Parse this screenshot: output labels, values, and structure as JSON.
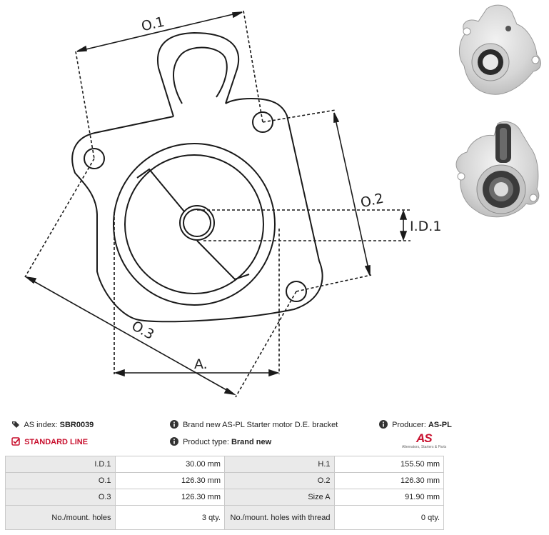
{
  "drawing": {
    "labels": {
      "o1": "O.1",
      "o2": "O.2",
      "o3": "O.3",
      "id1": "I.D.1",
      "a": "A."
    }
  },
  "info": {
    "as_index_label": "AS index:",
    "as_index_value": "SBR0039",
    "description": "Brand new AS-PL Starter motor D.E. bracket",
    "producer_label": "Producer:",
    "producer_value": "AS-PL",
    "line": "STANDARD LINE",
    "product_type_label": "Product type:",
    "product_type_value": "Brand new",
    "logo_text": "AS",
    "logo_tagline": "Alternators, Starters & Parts"
  },
  "specs": [
    {
      "l1": "I.D.1",
      "v1": "30.00 mm",
      "l2": "H.1",
      "v2": "155.50 mm"
    },
    {
      "l1": "O.1",
      "v1": "126.30 mm",
      "l2": "O.2",
      "v2": "126.30 mm"
    },
    {
      "l1": "O.3",
      "v1": "126.30 mm",
      "l2": "Size A",
      "v2": "91.90 mm"
    },
    {
      "l1": "No./mount. holes",
      "v1": "3 qty.",
      "l2": "No./mount. holes with thread",
      "v2": "0 qty."
    }
  ],
  "colors": {
    "accent": "#c8102e",
    "line": "#1a1a1a",
    "table_label_bg": "#eaeaea",
    "table_border": "#c9c9c9"
  },
  "icons": {
    "as_index": "tags-icon",
    "description": "info-icon",
    "producer": "info-icon",
    "line": "check-square-icon",
    "product_type": "info-icon"
  }
}
